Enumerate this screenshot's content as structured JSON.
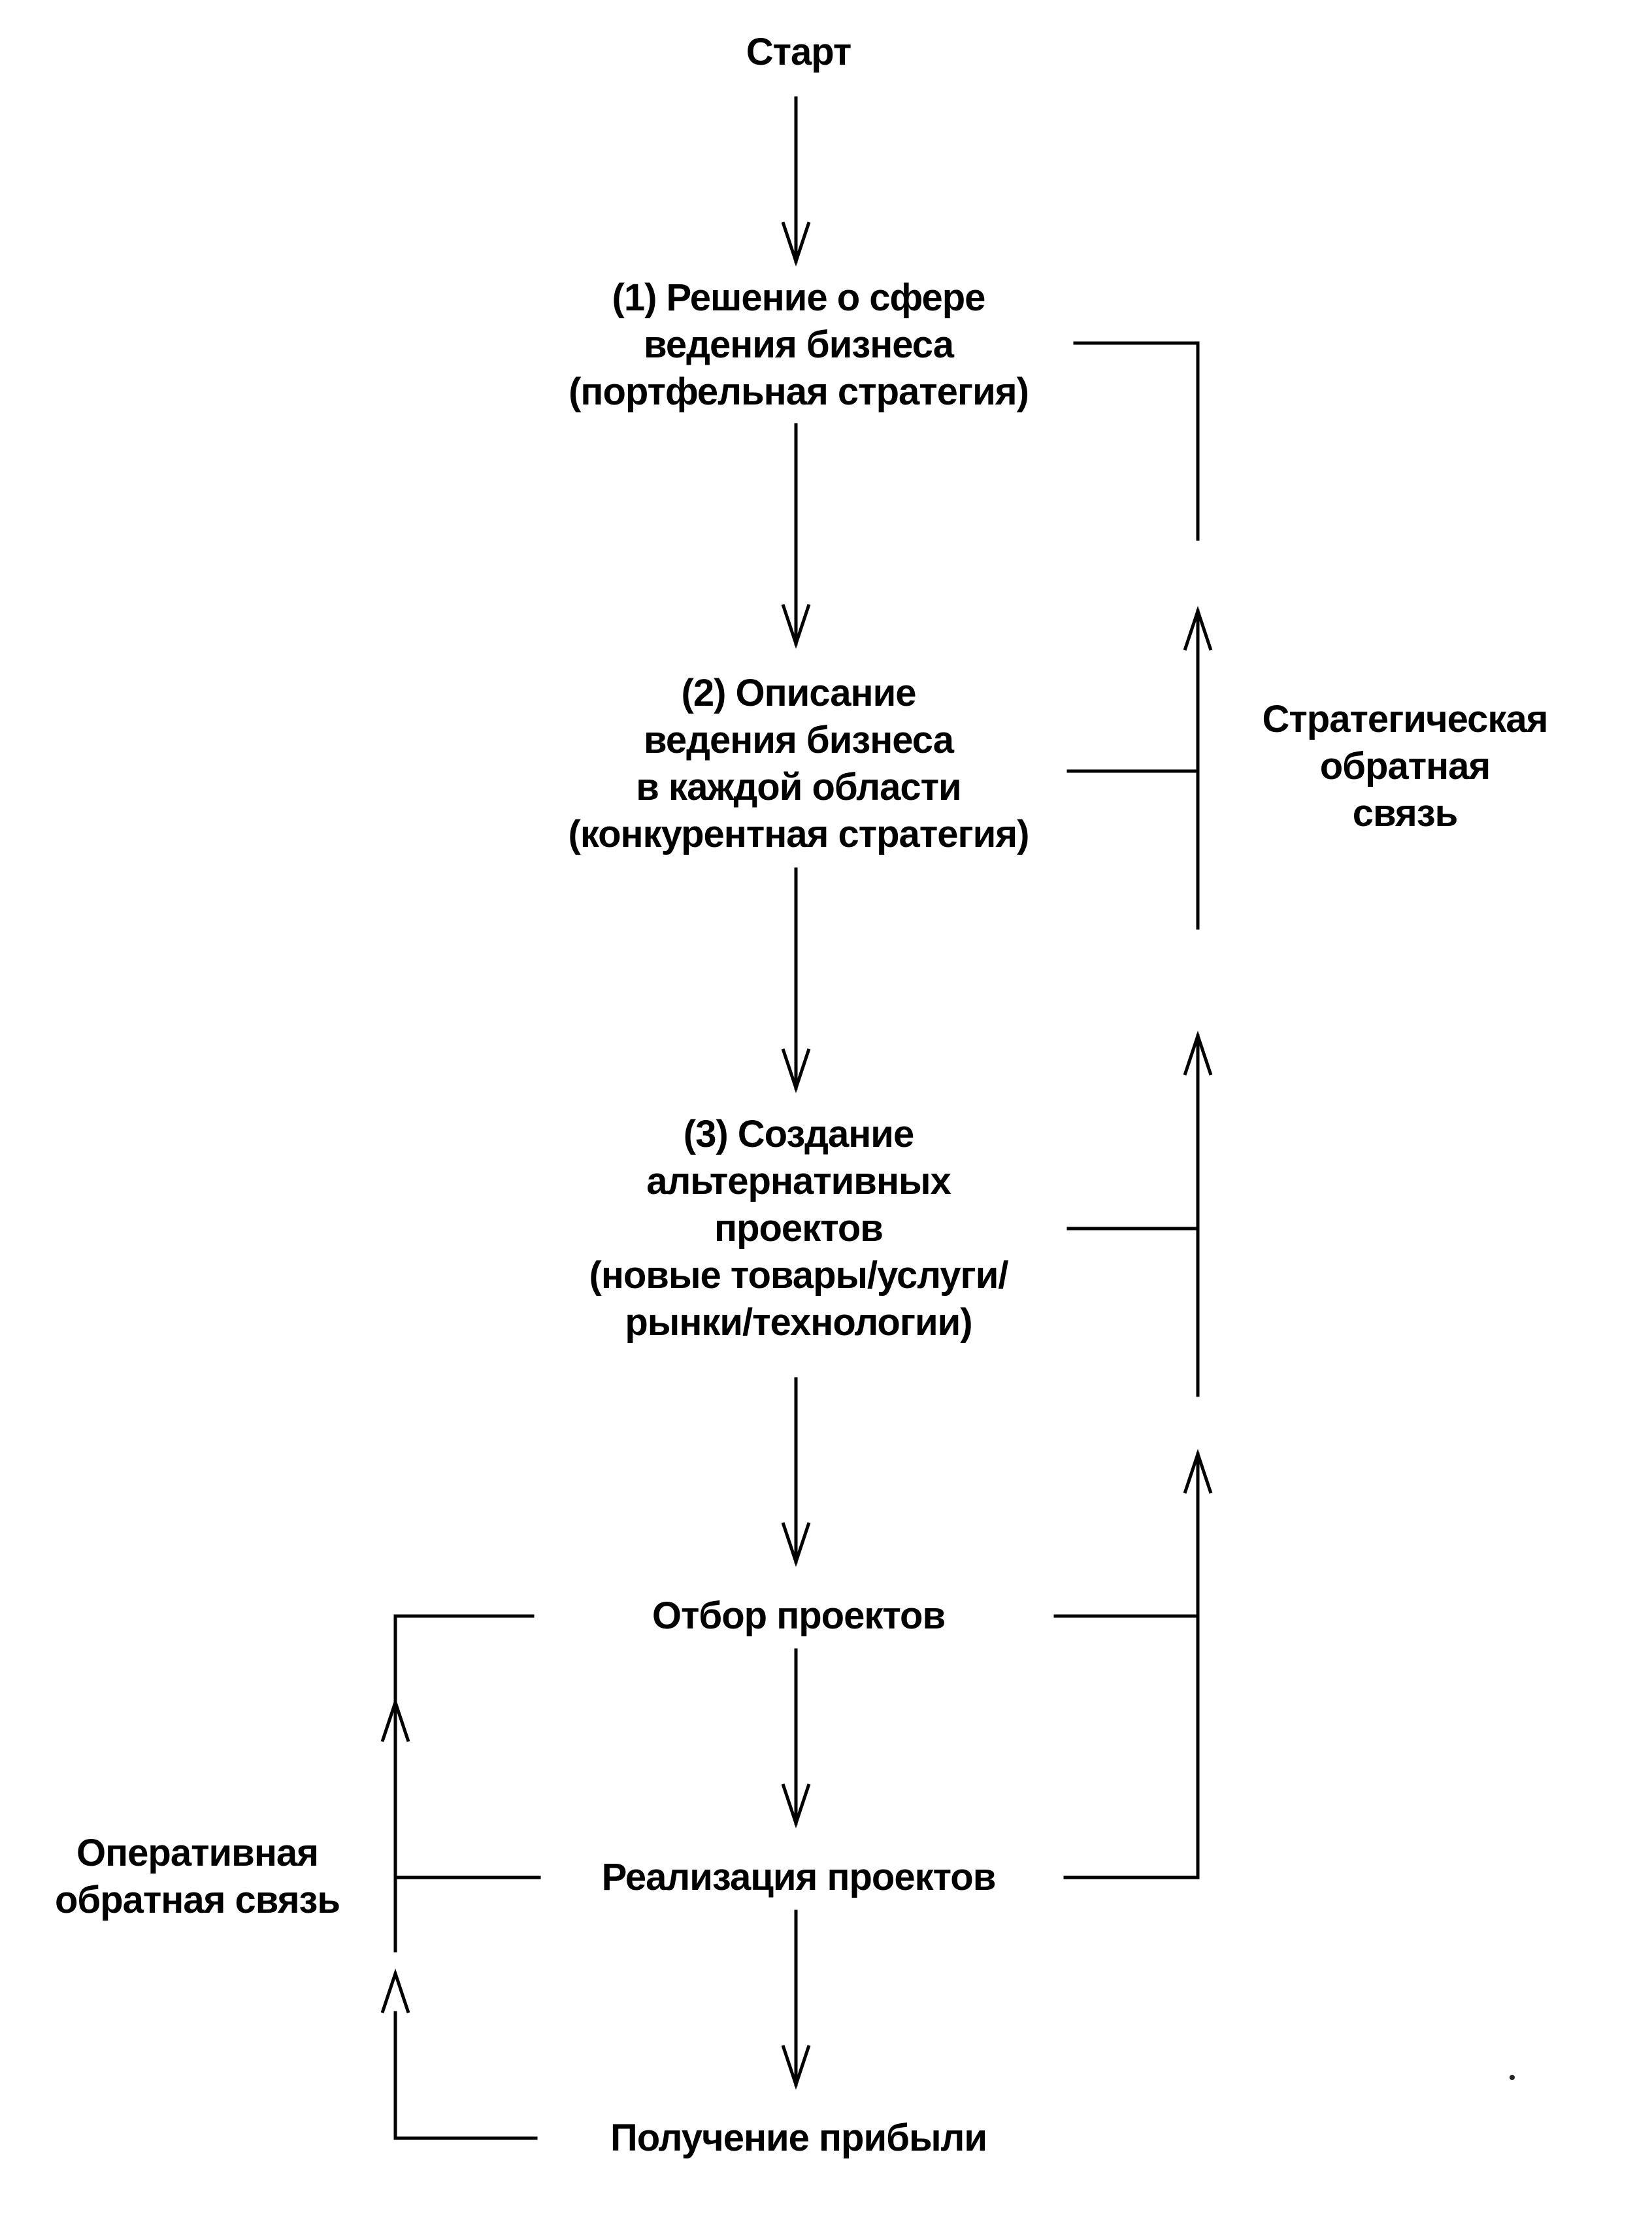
{
  "diagram": {
    "nodes": {
      "start": {
        "lines": [
          "Старт"
        ]
      },
      "step1": {
        "lines": [
          "(1) Решение о сфере",
          "ведения бизнеса",
          "(портфельная стратегия)"
        ]
      },
      "step2": {
        "lines": [
          "(2) Описание",
          "ведения бизнеса",
          "в каждой области",
          "(конкурентная стратегия)"
        ]
      },
      "step3": {
        "lines": [
          "(3) Создание",
          "альтернативных",
          "проектов",
          "(новые товары/услуги/",
          "рынки/технологии)"
        ]
      },
      "selection": {
        "lines": [
          "Отбор проектов"
        ]
      },
      "implementation": {
        "lines": [
          "Реализация проектов"
        ]
      },
      "profit": {
        "lines": [
          "Получение прибыли"
        ]
      }
    },
    "feedback": {
      "strategic": {
        "lines": [
          "Стратегическая",
          "обратная",
          "связь"
        ]
      },
      "operational": {
        "lines": [
          "Оперативная",
          "обратная связь"
        ]
      }
    },
    "colors": {
      "ink": "#000000",
      "background": "#ffffff"
    }
  }
}
